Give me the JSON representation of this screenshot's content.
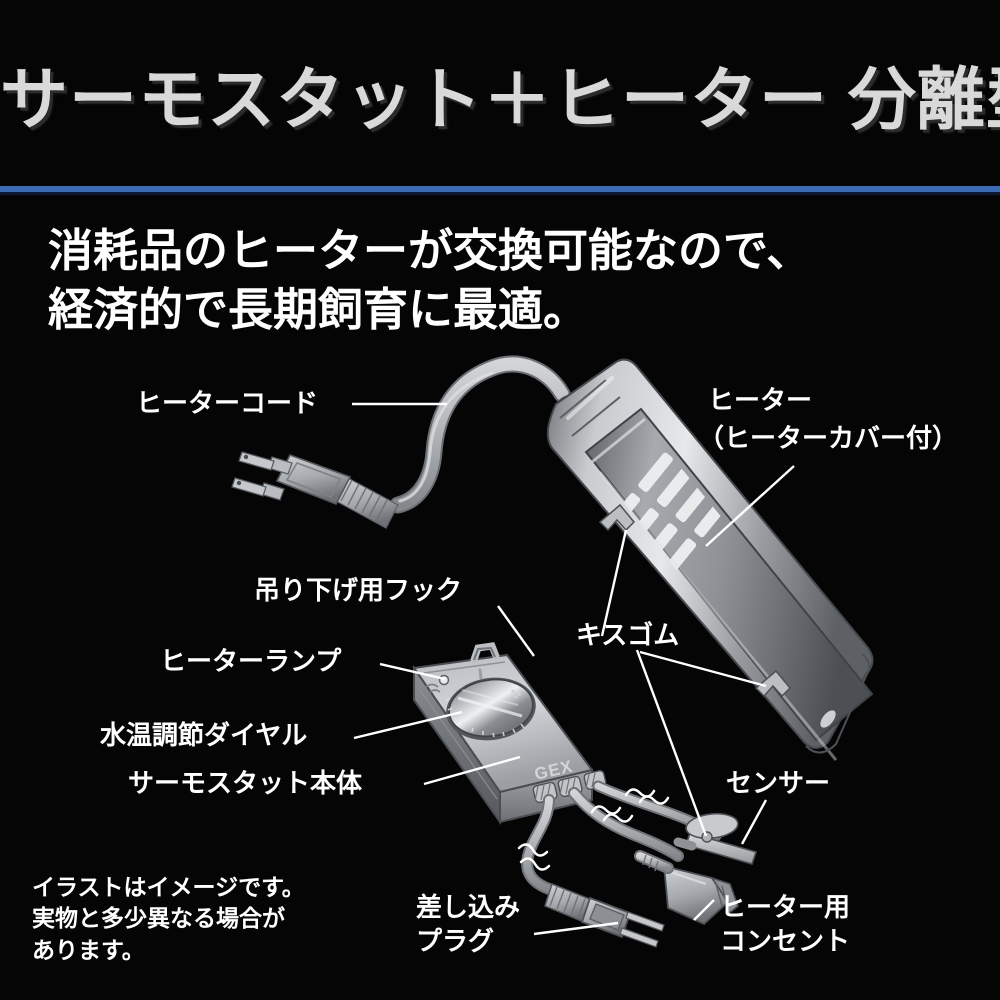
{
  "header": {
    "title": "サーモスタット＋ヒーター 分離型",
    "divider_color": "#3a6db5"
  },
  "subtitle": {
    "line1": "消耗品のヒーターが交換可能なので、",
    "line2": "経済的で長期飼育に最適。"
  },
  "callouts": {
    "heater_cord": "ヒーターコード",
    "heater": "ヒーター",
    "heater_cover": "（ヒーターカバー付）",
    "hook": "吊り下げ用フック",
    "heater_lamp": "ヒーターランプ",
    "temp_dial": "水温調節ダイヤル",
    "thermostat_body": "サーモスタット本体",
    "suction_cup": "キスゴム",
    "sensor": "センサー",
    "power_plug_l1": "差し込み",
    "power_plug_l2": "プラグ",
    "heater_outlet_l1": "ヒーター用",
    "heater_outlet_l2": "コンセント"
  },
  "brand": {
    "logo": "GEX"
  },
  "disclaimer": {
    "line1": "イラストはイメージです。",
    "line2": "実物と多少異なる場合が",
    "line3": "あります。"
  },
  "colors": {
    "background": "#050505",
    "title_text": "#d9d9d9",
    "body_text": "#ffffff",
    "accent_blue": "#3a6db5",
    "plastic_light": "#d6d8da",
    "plastic_mid": "#a9acb0",
    "plastic_dark": "#74777b",
    "plastic_shadow": "#4a4d51",
    "cable": "#b9bbbe"
  }
}
